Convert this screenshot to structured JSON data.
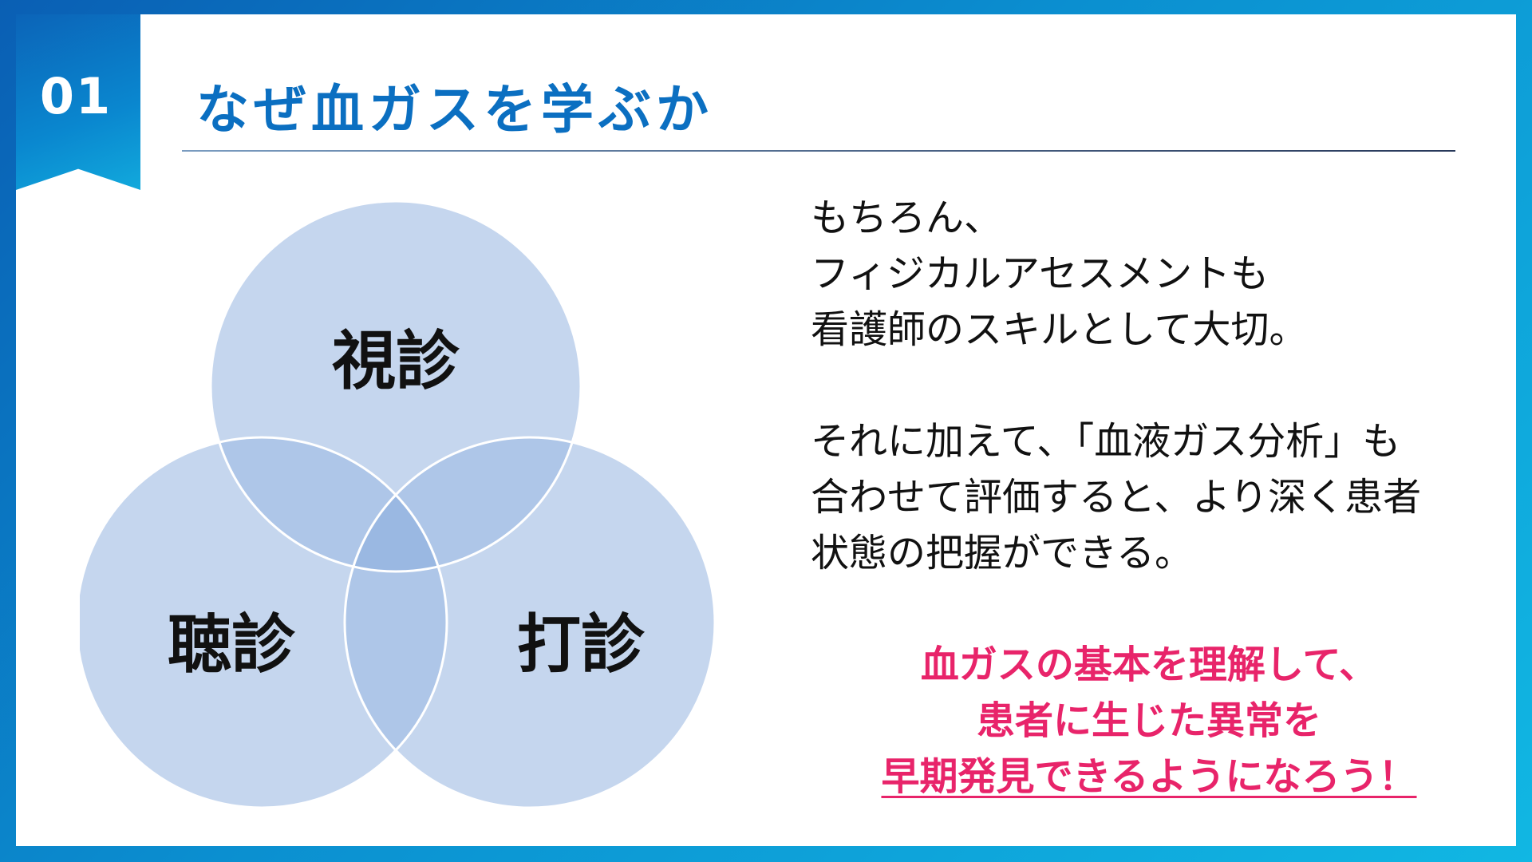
{
  "slide": {
    "number": "01",
    "title": "なぜ血ガスを学ぶか"
  },
  "venn": {
    "top_label": "視診",
    "left_label": "聴診",
    "right_label": "打診",
    "circle_color": "#c5d6ee",
    "overlap_color": "#aec6e8",
    "center_color": "#9ab8e2"
  },
  "body": {
    "lines": [
      "もちろん、",
      "フィジカルアセスメントも",
      "看護師のスキルとして大切。",
      "それに加えて、「血液ガス分析」も",
      "合わせて評価すると、より深く患者",
      "状態の把握ができる。"
    ]
  },
  "emphasis": {
    "lines": [
      "血ガスの基本を理解して、",
      "患者に生じた異常を",
      "早期発見できるようになろう！"
    ],
    "color": "#e8246a"
  },
  "colors": {
    "title": "#0b6fc1",
    "badge": "#0b64b8"
  }
}
